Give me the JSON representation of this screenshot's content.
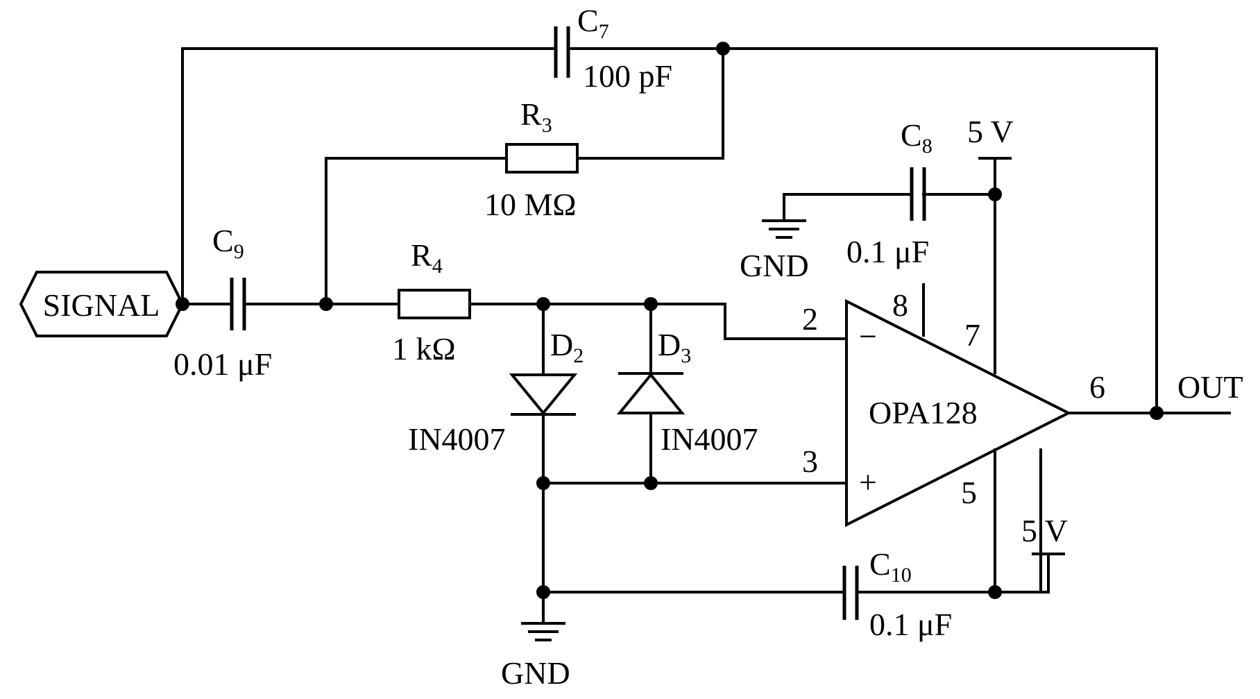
{
  "signal_label": "SIGNAL",
  "out_label": "OUT",
  "opamp": {
    "name": "OPA128",
    "pin_inv": "2",
    "pin_noninv": "3",
    "pin_out": "6",
    "pin_7": "7",
    "pin_8": "8",
    "pin_5": "5",
    "sym_minus": "−",
    "sym_plus": "+"
  },
  "components": {
    "c7": {
      "letter": "C",
      "sub": "7",
      "value": "100 pF"
    },
    "r3": {
      "letter": "R",
      "sub": "3",
      "value": "10 MΩ"
    },
    "c8": {
      "letter": "C",
      "sub": "8",
      "value": "0.1 μF"
    },
    "c9": {
      "letter": "C",
      "sub": "9",
      "value": "0.01 μF"
    },
    "r4": {
      "letter": "R",
      "sub": "4",
      "value": "1 kΩ"
    },
    "d2": {
      "letter": "D",
      "sub": "2",
      "part": "IN4007"
    },
    "d3": {
      "letter": "D",
      "sub": "3",
      "part": "IN4007"
    },
    "c10": {
      "letter": "C",
      "sub": "10",
      "value": "0.1 μF"
    }
  },
  "supply": {
    "top": "5 V",
    "bottom": "5 V"
  },
  "gnd": {
    "top": "GND",
    "bottom": "GND"
  },
  "colors": {
    "ink": "#000000",
    "background": "#ffffff"
  }
}
